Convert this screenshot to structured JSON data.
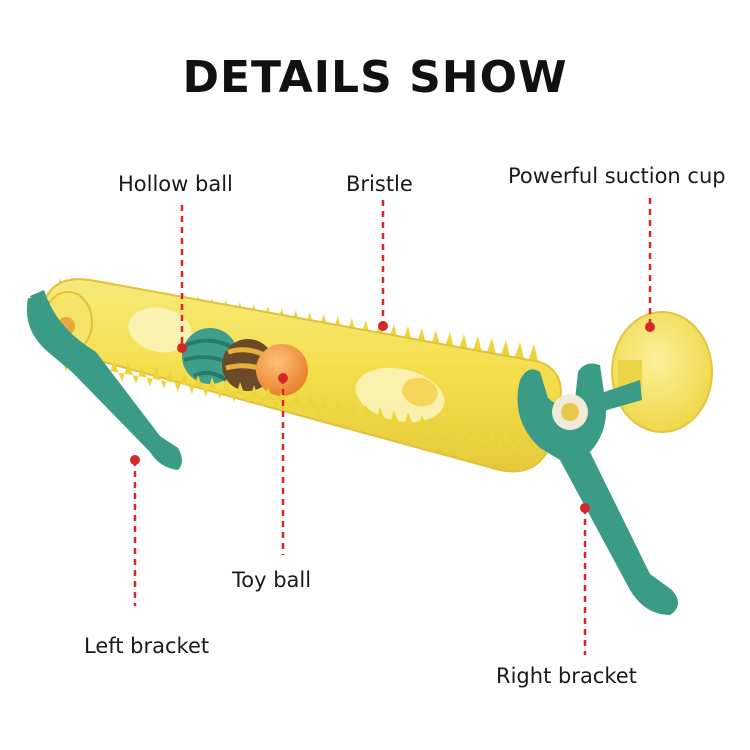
{
  "title": "DETAILS SHOW",
  "labels": {
    "hollow_ball": "Hollow ball",
    "bristle": "Bristle",
    "suction_cup": "Powerful suction cup",
    "toy_ball": "Toy ball",
    "left_bracket": "Left bracket",
    "right_bracket": "Right bracket"
  },
  "colors": {
    "body_yellow": "#f3e04e",
    "bristle_yellow": "#ecd43a",
    "bracket_teal": "#3a9b87",
    "leader_red": "#d62828",
    "ball_orange": "#f29a3c"
  }
}
